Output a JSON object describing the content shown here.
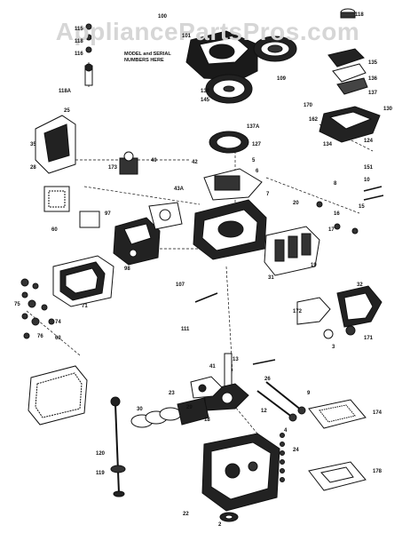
{
  "watermark": "AppliancePartsPros.com",
  "note": "MODEL and SERIAL NUMBERS HERE",
  "callouts": {
    "c115": "115",
    "c118": "118",
    "c116": "116",
    "c118a": "118A",
    "c100": "100",
    "c101": "101",
    "c109": "109",
    "c135": "135",
    "c136": "136",
    "c137": "137",
    "c138": "138",
    "c145": "145",
    "c170": "170",
    "c137a": "137A",
    "c127": "127",
    "c130": "130",
    "c162": "162",
    "c134": "134",
    "c124": "124",
    "c151": "151",
    "c25": "25",
    "c35": "35",
    "c28": "28",
    "c40": "40",
    "c173": "173",
    "c42": "42",
    "c43a": "43A",
    "c5": "5",
    "c6": "6",
    "c7": "7",
    "c8": "8",
    "c10": "10",
    "c15": "15",
    "c16": "16",
    "c17": "17",
    "c20": "20",
    "c60": "60",
    "c97": "97",
    "c98": "98",
    "c71": "71",
    "c74": "74",
    "c76": "76",
    "c63": "63",
    "c75": "75",
    "c107": "107",
    "c111": "111",
    "c31": "31",
    "c19": "19",
    "c32": "32",
    "c3": "3",
    "c26": "26",
    "c23": "23",
    "c29": "29",
    "c41": "41",
    "c13": "13",
    "c30": "30",
    "c18": "18",
    "c12": "12",
    "c9": "9",
    "c4": "4",
    "c24": "24",
    "c2": "2",
    "c22": "22",
    "c174": "174",
    "c178": "178",
    "c120": "120",
    "c119": "119",
    "c171": "171",
    "c172": "172"
  }
}
